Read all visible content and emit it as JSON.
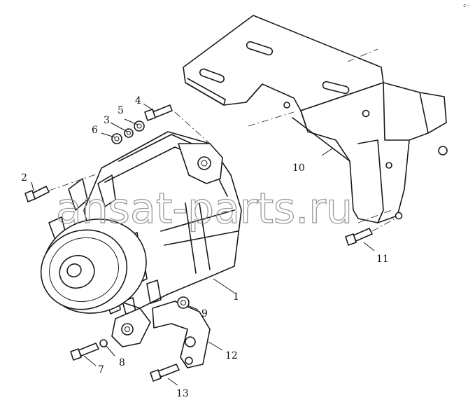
{
  "watermark": "ansat-parts.ru",
  "corner_mark": "c-",
  "callouts": [
    {
      "id": "1",
      "text": "1"
    },
    {
      "id": "2",
      "text": "2"
    },
    {
      "id": "3",
      "text": "3"
    },
    {
      "id": "4",
      "text": "4"
    },
    {
      "id": "5",
      "text": "5"
    },
    {
      "id": "6",
      "text": "6"
    },
    {
      "id": "7",
      "text": "7"
    },
    {
      "id": "8",
      "text": "8"
    },
    {
      "id": "9",
      "text": "9"
    },
    {
      "id": "10",
      "text": "10"
    },
    {
      "id": "11",
      "text": "11"
    },
    {
      "id": "12",
      "text": "12"
    },
    {
      "id": "13",
      "text": "13"
    }
  ]
}
